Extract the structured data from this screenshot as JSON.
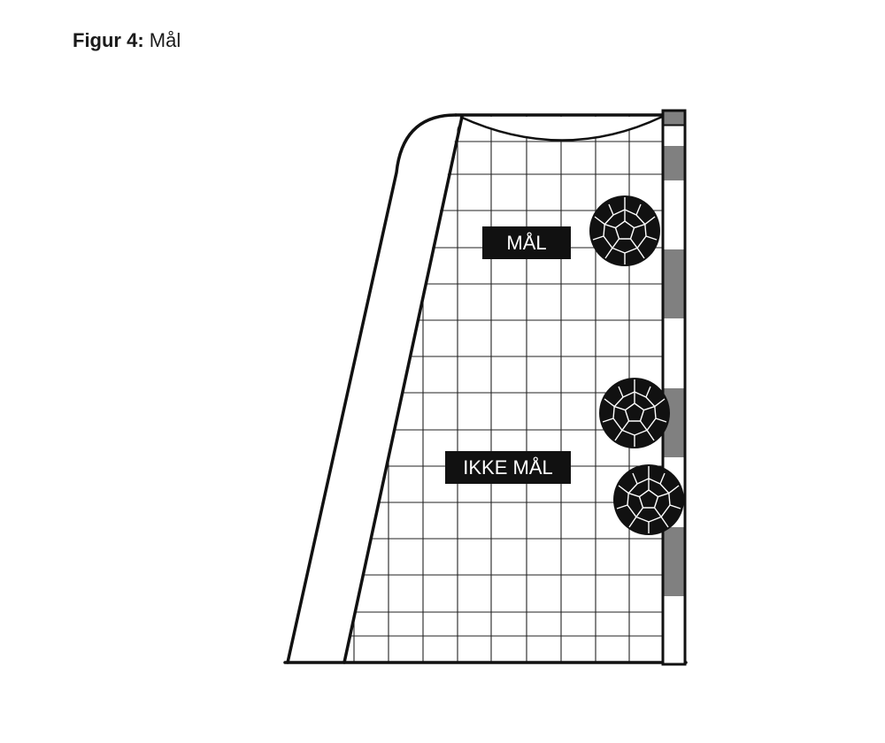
{
  "caption": {
    "label": "Figur 4:",
    "title": "Mål"
  },
  "diagram": {
    "labels": {
      "goal": "MÅL",
      "no_goal": "IKKE MÅL"
    },
    "balls": [
      {
        "outcome": "goal"
      },
      {
        "outcome": "no_goal"
      },
      {
        "outcome": "no_goal"
      }
    ],
    "colors": {
      "line": "#111111",
      "net": "#222222",
      "post_stripe_dark": "#808080",
      "post_stripe_light": "#ffffff",
      "label_bg": "#111111",
      "label_text": "#ffffff",
      "ball": "#111111",
      "ball_seams": "#ffffff"
    }
  }
}
